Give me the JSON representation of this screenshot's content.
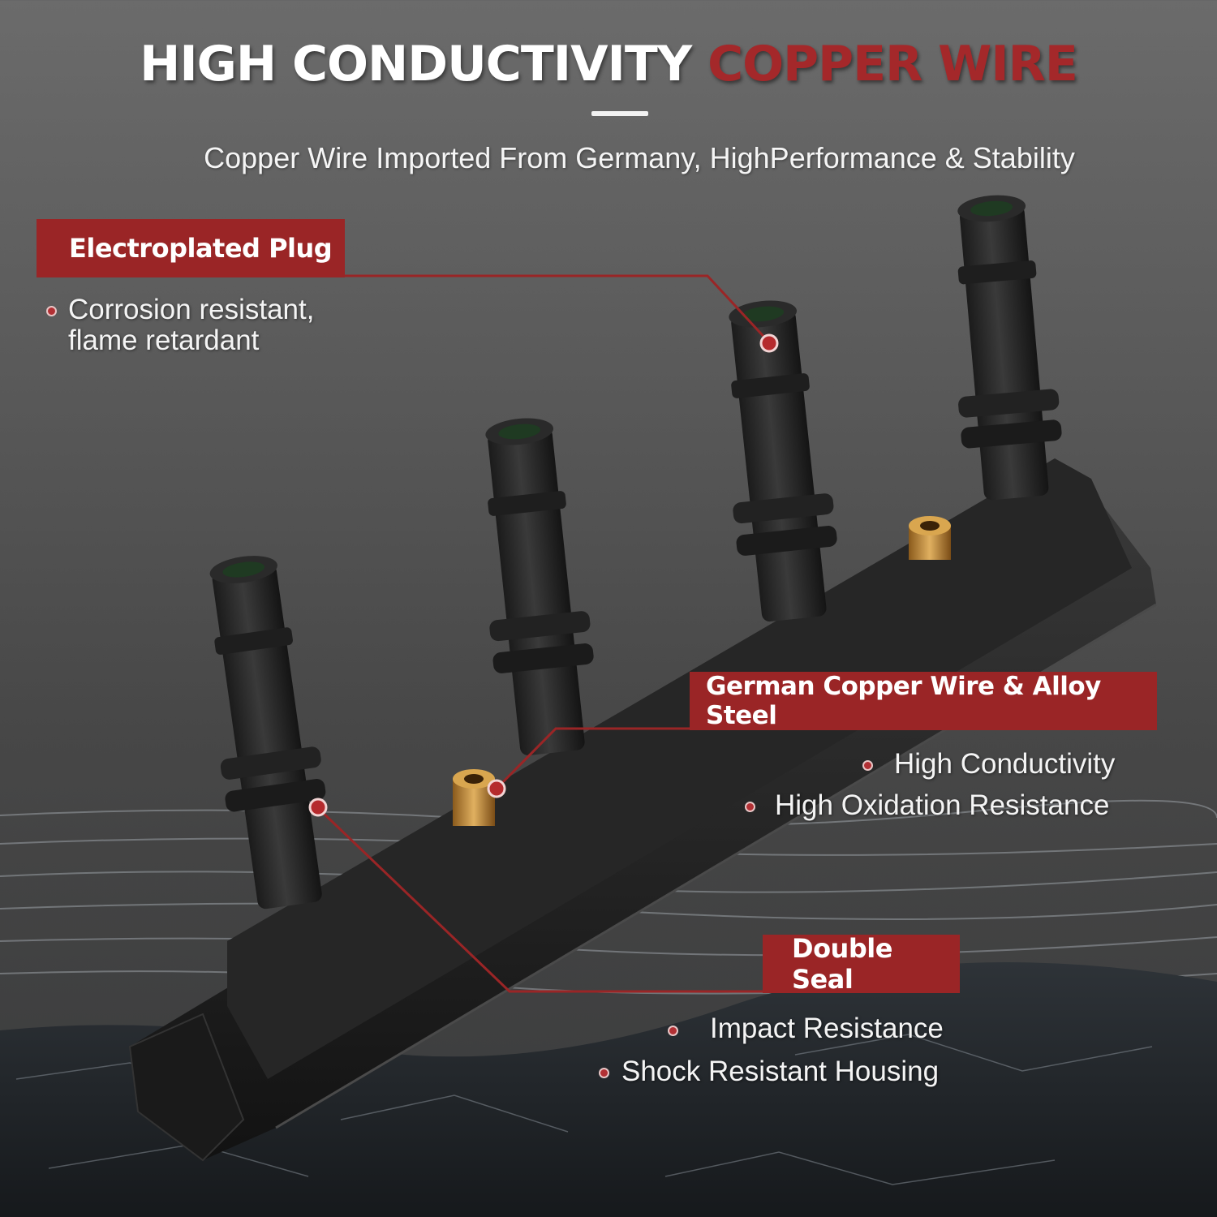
{
  "title": {
    "white": "HIGH CONDUCTIVITY",
    "red": "COPPER WIRE"
  },
  "subtitle": "Copper Wire Imported From Germany, HighPerformance & Stability",
  "callouts": [
    {
      "label": "Electroplated Plug",
      "bullets": [
        "Corrosion resistant,",
        "flame retardant"
      ]
    },
    {
      "label": "German Copper Wire & Alloy Steel",
      "bullets": [
        "High Conductivity",
        "High Oxidation Resistance"
      ]
    },
    {
      "label": "Double Seal",
      "bullets": [
        "Impact Resistance",
        "Shock Resistant Housing"
      ]
    }
  ],
  "colors": {
    "accent": "#9a2526",
    "title_red": "#a4282a",
    "text": "#ffffff"
  },
  "product": "ignition-coil-pack"
}
